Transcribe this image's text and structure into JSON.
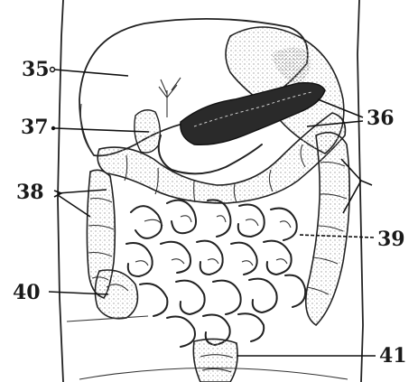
{
  "labels": {
    "l35": "35",
    "l36": "36",
    "l37": "37",
    "l38": "38",
    "l39": "39",
    "l40": "40",
    "l41": "41"
  },
  "colors": {
    "ink": "#1a1a1a",
    "dark_organ": "#2a2a2a",
    "stipple": "#bdbdbd",
    "background": "#ffffff"
  }
}
